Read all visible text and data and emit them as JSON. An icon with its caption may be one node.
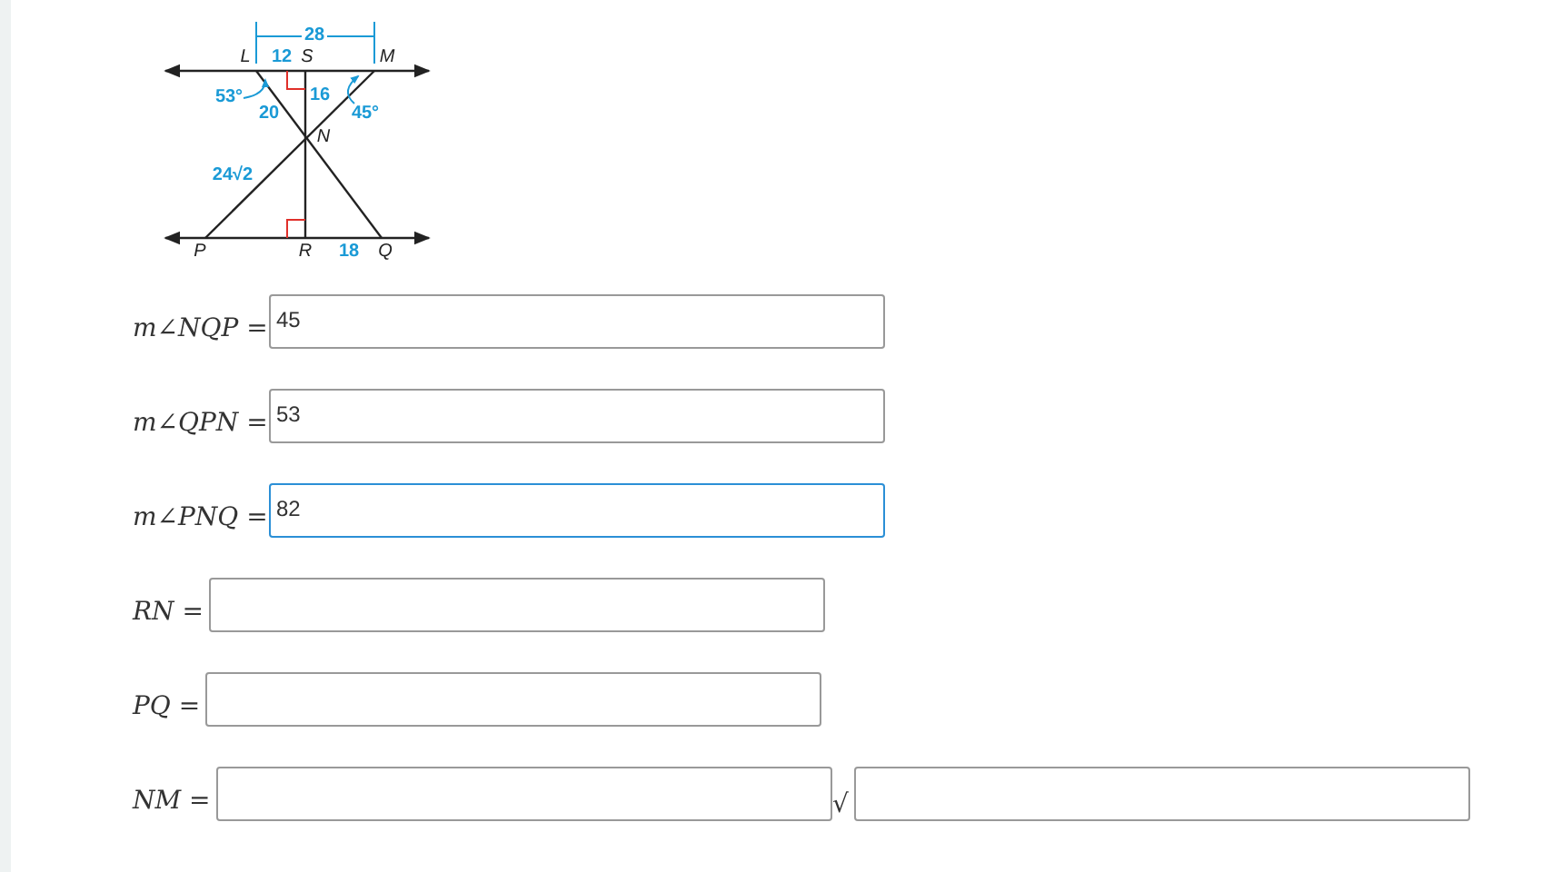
{
  "diagram": {
    "nodes": [
      {
        "text": [
          "45"
        ],
        "beside": [
          "m∠NQP ="
        ]
      },
      {
        "text": [
          "53"
        ],
        "beside": [
          "m∠QPN ="
        ]
      },
      {
        "text": [
          "82"
        ],
        "beside": [
          "m∠PNQ ="
        ]
      },
      {
        "text": [],
        "shape": "box",
        "beside": [
          "RN ="
        ]
      },
      {
        "text": [],
        "shape": "box",
        "beside": [
          "PQ ="
        ]
      },
      {
        "text": [],
        "shape": "box",
        "beside": [
          "NM ="
        ]
      },
      {
        "text": [],
        "shape": "box"
      }
    ],
    "labels": [
      "28",
      "L",
      "12",
      "S",
      "M",
      "53°",
      "16",
      "20",
      "45°",
      "N",
      "24√2",
      "P",
      "R",
      "18",
      "Q",
      "√"
    ]
  }
}
